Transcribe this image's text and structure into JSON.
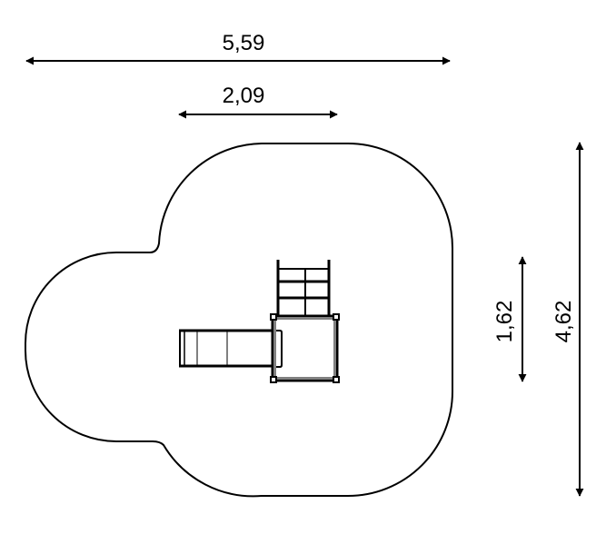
{
  "dimensions": {
    "overall_width": "5,59",
    "equipment_width": "2,09",
    "equipment_depth": "1,62",
    "overall_depth": "4,62"
  }
}
